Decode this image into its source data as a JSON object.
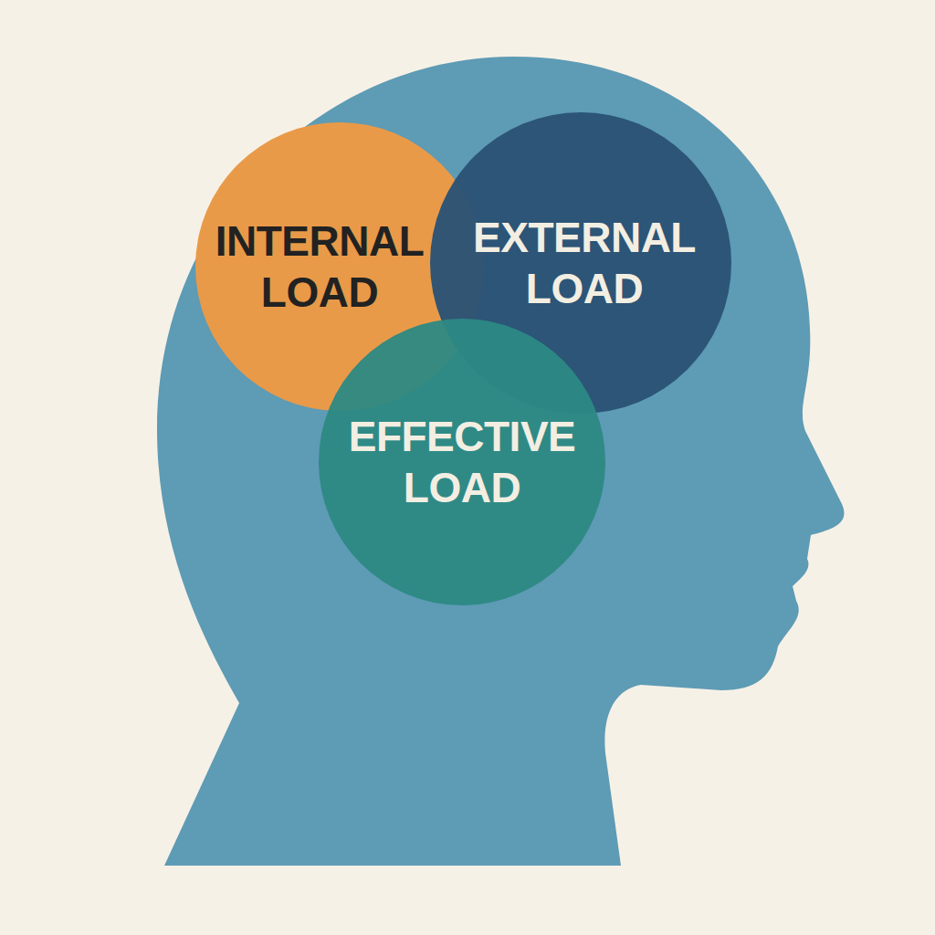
{
  "diagram": {
    "nodes": [
      {
        "text": [
          "INTERNAL LOAD"
        ]
      },
      {
        "text": [
          "EXTERNAL LOAD"
        ]
      },
      {
        "text": [
          "EFFECTIVE LOAD"
        ]
      }
    ]
  }
}
